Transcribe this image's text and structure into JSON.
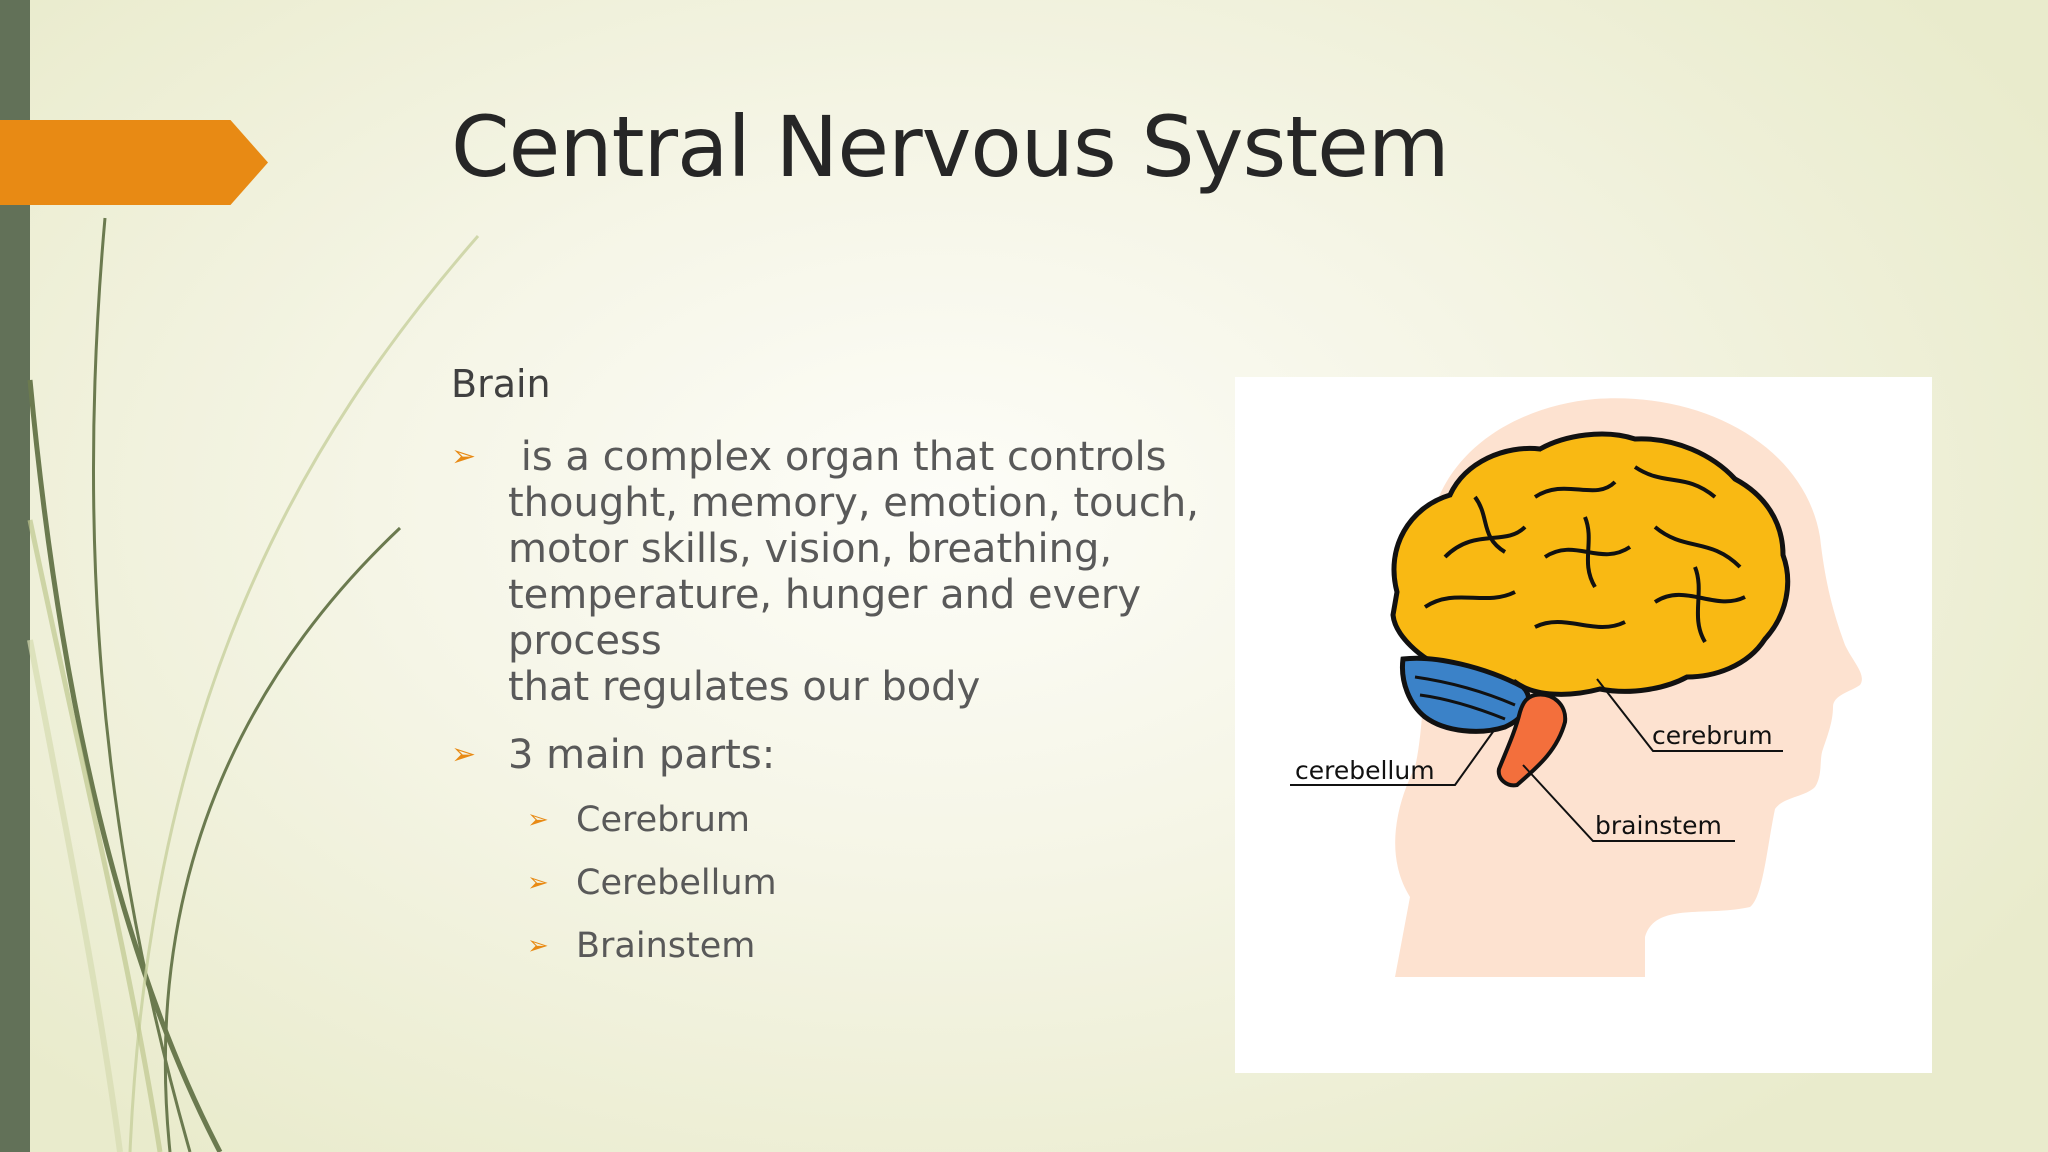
{
  "slide": {
    "title": "Central Nervous System",
    "subtitle": "Brain",
    "bullets": [
      {
        "lines": [
          " is a complex organ that controls",
          "thought, memory, emotion, touch,",
          "motor skills, vision, breathing,",
          "temperature, hunger and every process",
          "that regulates our body"
        ]
      },
      {
        "text": "3 main parts:"
      }
    ],
    "sub_bullets": [
      "Cerebrum",
      "Cerebellum",
      "Brainstem"
    ],
    "bullet_glyph": "➢"
  },
  "diagram": {
    "labels": {
      "cerebrum": "cerebrum",
      "cerebellum": "cerebellum",
      "brainstem": "brainstem"
    },
    "colors": {
      "cerebrum": "#f9b913",
      "cerebellum": "#3b82c8",
      "brainstem": "#f36f3c",
      "head": "#fde2d0"
    }
  },
  "theme": {
    "accent": "#e88a14",
    "sidebar": "#627158",
    "grass": "#6b7a4f"
  }
}
